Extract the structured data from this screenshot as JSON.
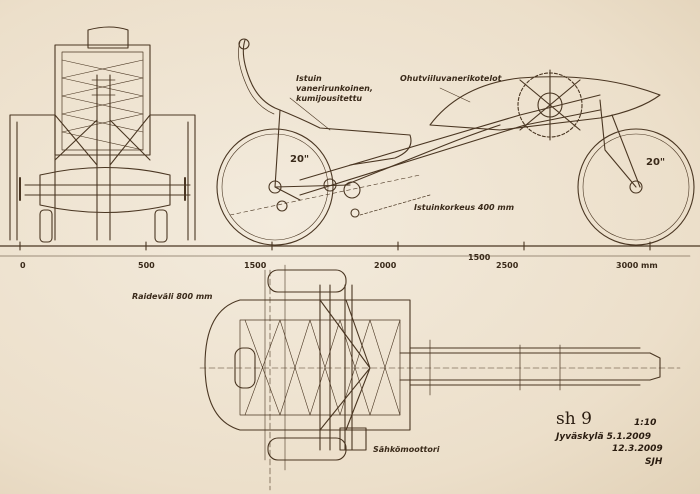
{
  "labels": {
    "seat": [
      "Istuin",
      "vanerirunkoinen,",
      "kumijousitettu"
    ],
    "fairing": "Ohutviiluvanerikotelot",
    "seat_height": "Istuinkorkeus 400 mm",
    "wheel_rear": "20\"",
    "wheel_front": "20\"",
    "track": "Raideväli 800 mm",
    "motor": "Sähkömoottori"
  },
  "scale_ticks": [
    "0",
    "500",
    "1500",
    "2000",
    "1500",
    "2500",
    "3000 mm"
  ],
  "title_block": {
    "name": "sh 9",
    "scale": "1:10",
    "place_date": "Jyväskylä 5.1.2009",
    "revision": "12.3.2009",
    "author": "SJH"
  },
  "colors": {
    "ink": "#3a2a1a",
    "paper": "#efe6d6"
  }
}
